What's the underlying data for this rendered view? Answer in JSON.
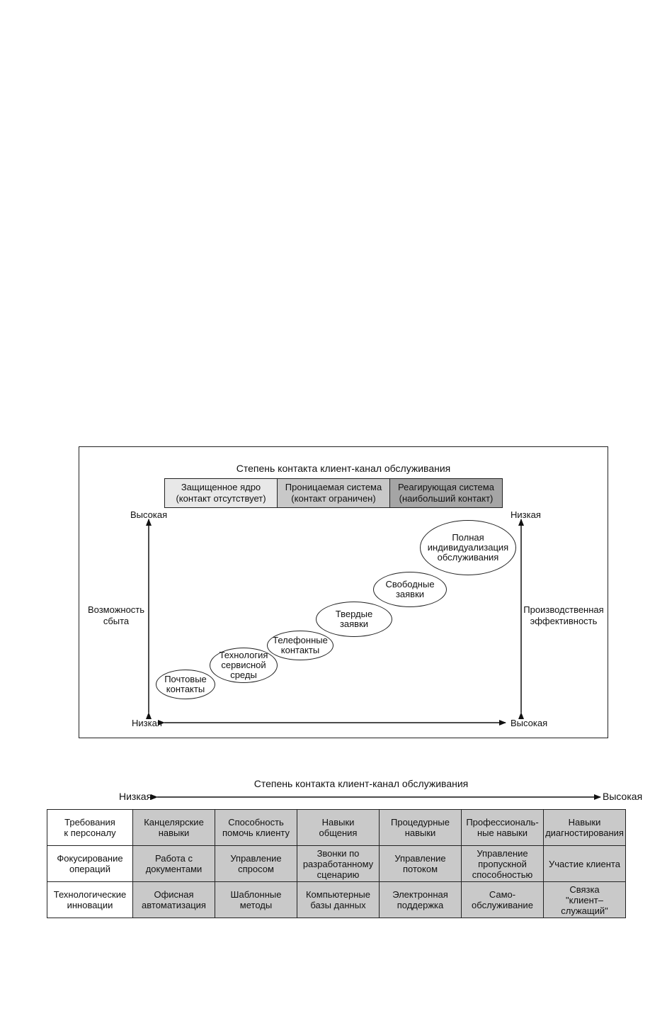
{
  "diagram1": {
    "caption": "Степень контакта клиент-канал обслуживания",
    "contact_levels": [
      {
        "line1": "Защищенное ядро",
        "line2": "(контакт отсутствует)"
      },
      {
        "line1": "Проницаемая система",
        "line2": "(контакт ограничен)"
      },
      {
        "line1": "Реагирующая система",
        "line2": "(наибольший контакт)"
      }
    ],
    "left_axis": {
      "top": "Высокая",
      "bottom": "Низкая",
      "line1": "Возможность",
      "line2": "сбыта"
    },
    "right_axis": {
      "top": "Низкая",
      "bottom": "Высокая",
      "line1": "Производственная",
      "line2": "эффективность"
    },
    "ellipses": [
      {
        "lines": [
          "Почтовые",
          "контакты"
        ]
      },
      {
        "lines": [
          "Технология",
          "сервисной",
          "среды"
        ]
      },
      {
        "lines": [
          "Телефонные",
          "контакты"
        ]
      },
      {
        "lines": [
          "Твердые",
          "заявки"
        ]
      },
      {
        "lines": [
          "Свободные",
          "заявки"
        ]
      },
      {
        "lines": [
          "Полная",
          "индивидуализация",
          "обслуживания"
        ]
      }
    ]
  },
  "diagram2": {
    "caption": "Степень контакта клиент-канал обслуживания",
    "low": "Низкая",
    "high": "Высокая",
    "rows": [
      {
        "head": [
          "Требования",
          "к персоналу"
        ],
        "cells": [
          [
            "Канцелярские",
            "навыки"
          ],
          [
            "Способность",
            "помочь клиенту"
          ],
          [
            "Навыки",
            "общения"
          ],
          [
            "Процедурные",
            "навыки"
          ],
          [
            "Профессиональ-",
            "ные навыки"
          ],
          [
            "Навыки",
            "диагностирования"
          ]
        ]
      },
      {
        "head": [
          "Фокусирование",
          "операций"
        ],
        "cells": [
          [
            "Работа с",
            "документами"
          ],
          [
            "Управление",
            "спросом"
          ],
          [
            "Звонки по",
            "разработанному",
            "сценарию"
          ],
          [
            "Управление",
            "потоком"
          ],
          [
            "Управление",
            "пропускной",
            "способностью"
          ],
          [
            "Участие клиента"
          ]
        ]
      },
      {
        "head": [
          "Технологические",
          "инновации"
        ],
        "cells": [
          [
            "Офисная",
            "автоматизация"
          ],
          [
            "Шаблонные",
            "методы"
          ],
          [
            "Компьютерные",
            "базы данных"
          ],
          [
            "Электронная",
            "поддержка"
          ],
          [
            "Само-",
            "обслуживание"
          ],
          [
            "Связка",
            "\"клиент–служащий\""
          ]
        ]
      }
    ]
  }
}
